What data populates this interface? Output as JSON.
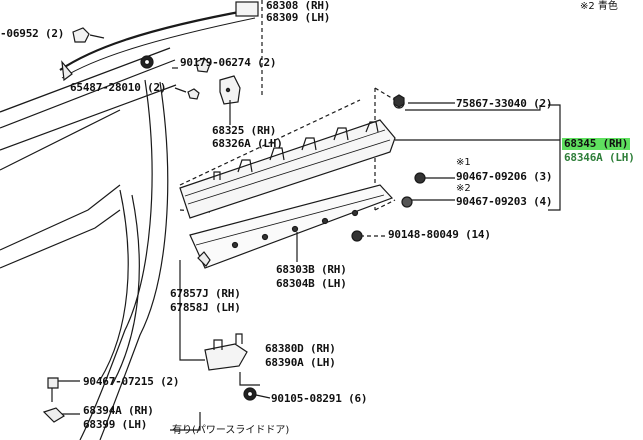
{
  "header_note": "※2 青色",
  "parts": {
    "p68308": "68308 (RH)",
    "p68309": "68309 (LH)",
    "p06952": "-06952 (2)",
    "p90179": "90179-06274 (2)",
    "p65487": "65487-28010 (2)",
    "p68325": "68325 (RH)",
    "p68326A": "68326A (LH)",
    "p75867": "75867-33040 (2)",
    "p68345": "68345 (RH)",
    "p68346A": "68346A (LH)",
    "p90467_09206": "90467-09206 (3)",
    "p90467_09203": "90467-09203 (4)",
    "p90148": "90148-80049 (14)",
    "p68303B": "68303B (RH)",
    "p68304B": "68304B (LH)",
    "p67857J": "67857J (RH)",
    "p67858J": "67858J (LH)",
    "p68380D": "68380D (RH)",
    "p68390A": "68390A (LH)",
    "p90467_07215": "90467-07215 (2)",
    "p90105": "90105-08291 (6)",
    "p68394A": "68394A (RH)",
    "p68399": "68399 (LH)"
  },
  "marks": {
    "m1": "※1",
    "m2": "※2"
  },
  "footer_note": "有り(パワースライドドア)"
}
